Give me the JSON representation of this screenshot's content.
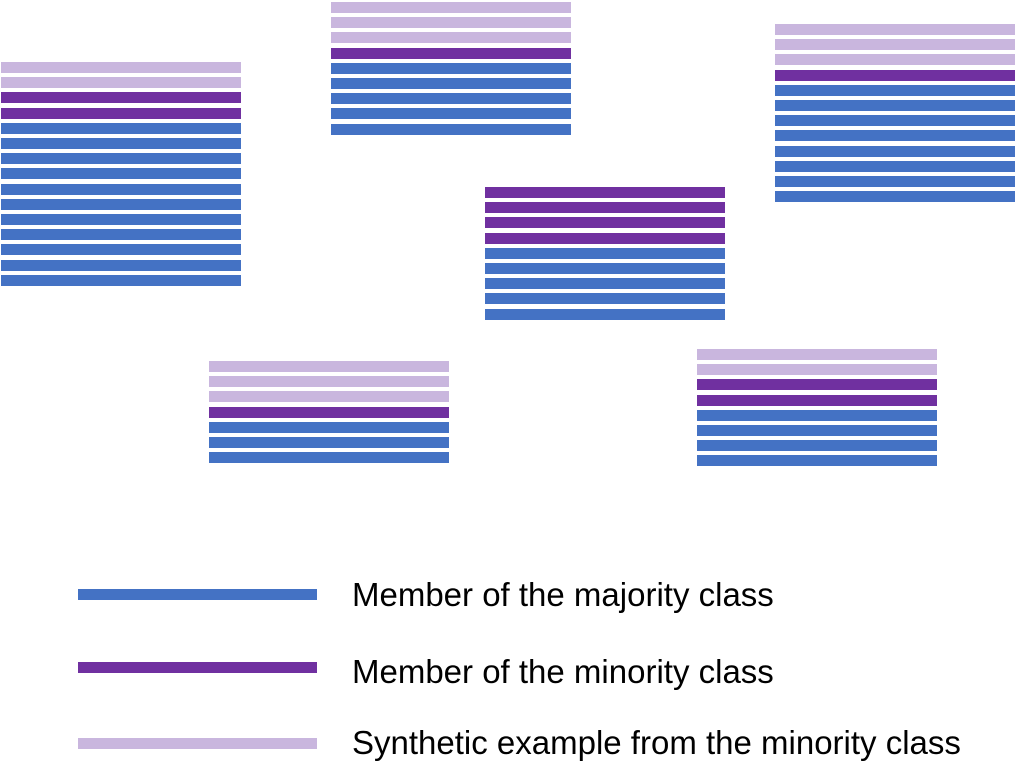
{
  "colors": {
    "majority": "#4472C4",
    "minority": "#7030A0",
    "synthetic": "#C9B6DE"
  },
  "groups": [
    {
      "name": "group-top-left",
      "stack": [
        "synthetic",
        "synthetic",
        "minority",
        "minority",
        "majority",
        "majority",
        "majority",
        "majority",
        "majority",
        "majority",
        "majority",
        "majority",
        "majority",
        "majority",
        "majority"
      ]
    },
    {
      "name": "group-top-middle",
      "stack": [
        "synthetic",
        "synthetic",
        "synthetic",
        "minority",
        "majority",
        "majority",
        "majority",
        "majority",
        "majority"
      ]
    },
    {
      "name": "group-top-right",
      "stack": [
        "synthetic",
        "synthetic",
        "synthetic",
        "minority",
        "majority",
        "majority",
        "majority",
        "majority",
        "majority",
        "majority",
        "majority",
        "majority"
      ]
    },
    {
      "name": "group-center",
      "stack": [
        "minority",
        "minority",
        "minority",
        "minority",
        "majority",
        "majority",
        "majority",
        "majority",
        "majority"
      ]
    },
    {
      "name": "group-bottom-left",
      "stack": [
        "synthetic",
        "synthetic",
        "synthetic",
        "minority",
        "majority",
        "majority",
        "majority"
      ]
    },
    {
      "name": "group-bottom-right",
      "stack": [
        "synthetic",
        "synthetic",
        "minority",
        "minority",
        "majority",
        "majority",
        "majority",
        "majority"
      ]
    }
  ],
  "legend": {
    "majority_label": "Member of the majority class",
    "minority_label": "Member of the minority class",
    "synthetic_label": "Synthetic example from the minority class"
  }
}
